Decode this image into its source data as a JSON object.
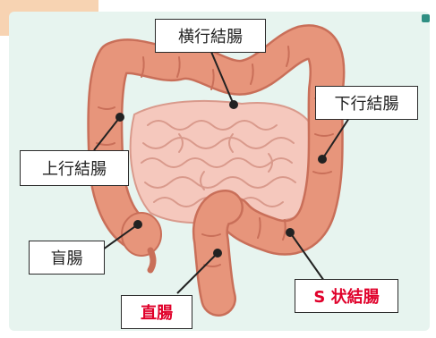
{
  "labels": {
    "transverse_colon": "横行結腸",
    "descending_colon": "下行結腸",
    "ascending_colon": "上行結腸",
    "cecum": "盲腸",
    "rectum": "直腸",
    "sigmoid_colon": "S 状結腸"
  },
  "colors": {
    "panel": "#e7f4ef",
    "tab": "#f7d3b2",
    "colon": "#e7957b",
    "colon_outline": "#c96f59",
    "small_intestine": "#f5c8bd",
    "small_intestine_line": "#d99a8c",
    "highlight_text": "#e0002a"
  }
}
